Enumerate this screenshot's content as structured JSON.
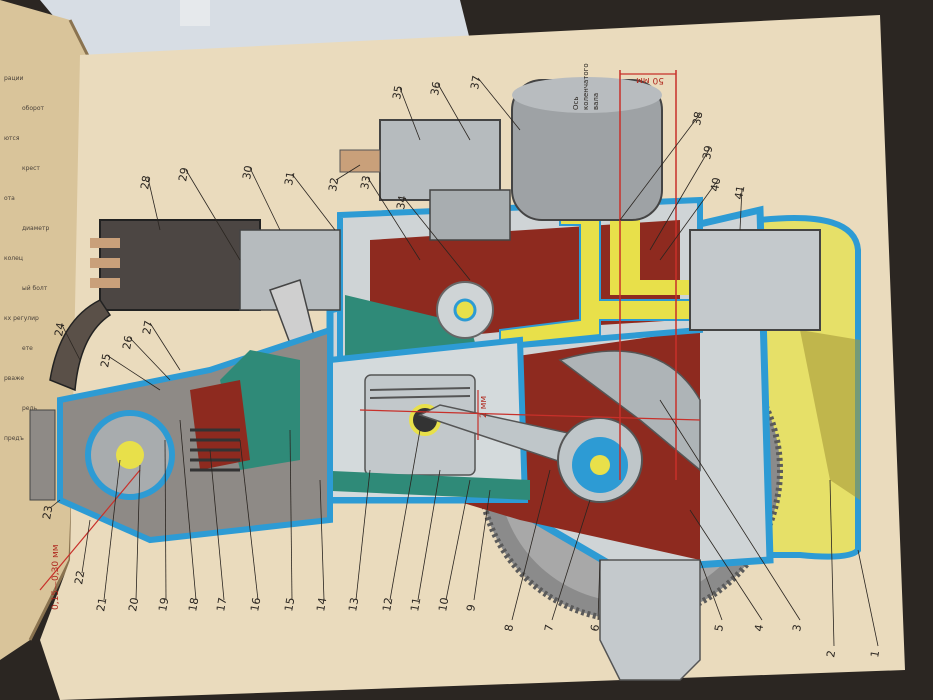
{
  "diagram": {
    "part_numbers": [
      "1",
      "2",
      "3",
      "4",
      "5",
      "6",
      "7",
      "8",
      "9",
      "10",
      "11",
      "12",
      "13",
      "14",
      "15",
      "16",
      "17",
      "18",
      "19",
      "20",
      "21",
      "22",
      "23",
      "24",
      "25",
      "26",
      "27",
      "28",
      "29",
      "30",
      "31",
      "32",
      "33",
      "34",
      "35",
      "36",
      "37",
      "38",
      "39",
      "40",
      "41"
    ],
    "annotations": {
      "crankshaft_axis": [
        "Ось",
        "коленчатого",
        "вала"
      ],
      "offset": "50 мм",
      "piston_gap": "2 мм",
      "valve_clearance": "0,15—0,30 мм"
    },
    "left_page_fragments": [
      "рации",
      "оборот",
      "ются",
      "крест",
      "ота",
      "диаметр",
      "колец",
      "ый болт",
      "кх регулир",
      "ете",
      "рваже",
      "рель",
      "предъ"
    ]
  },
  "colors": {
    "coolant": "#2d9bd4",
    "oil": "#e8e04a",
    "metal_red": "#8e2a1f",
    "green": "#2f8a78",
    "paper": "#eadbbd"
  }
}
